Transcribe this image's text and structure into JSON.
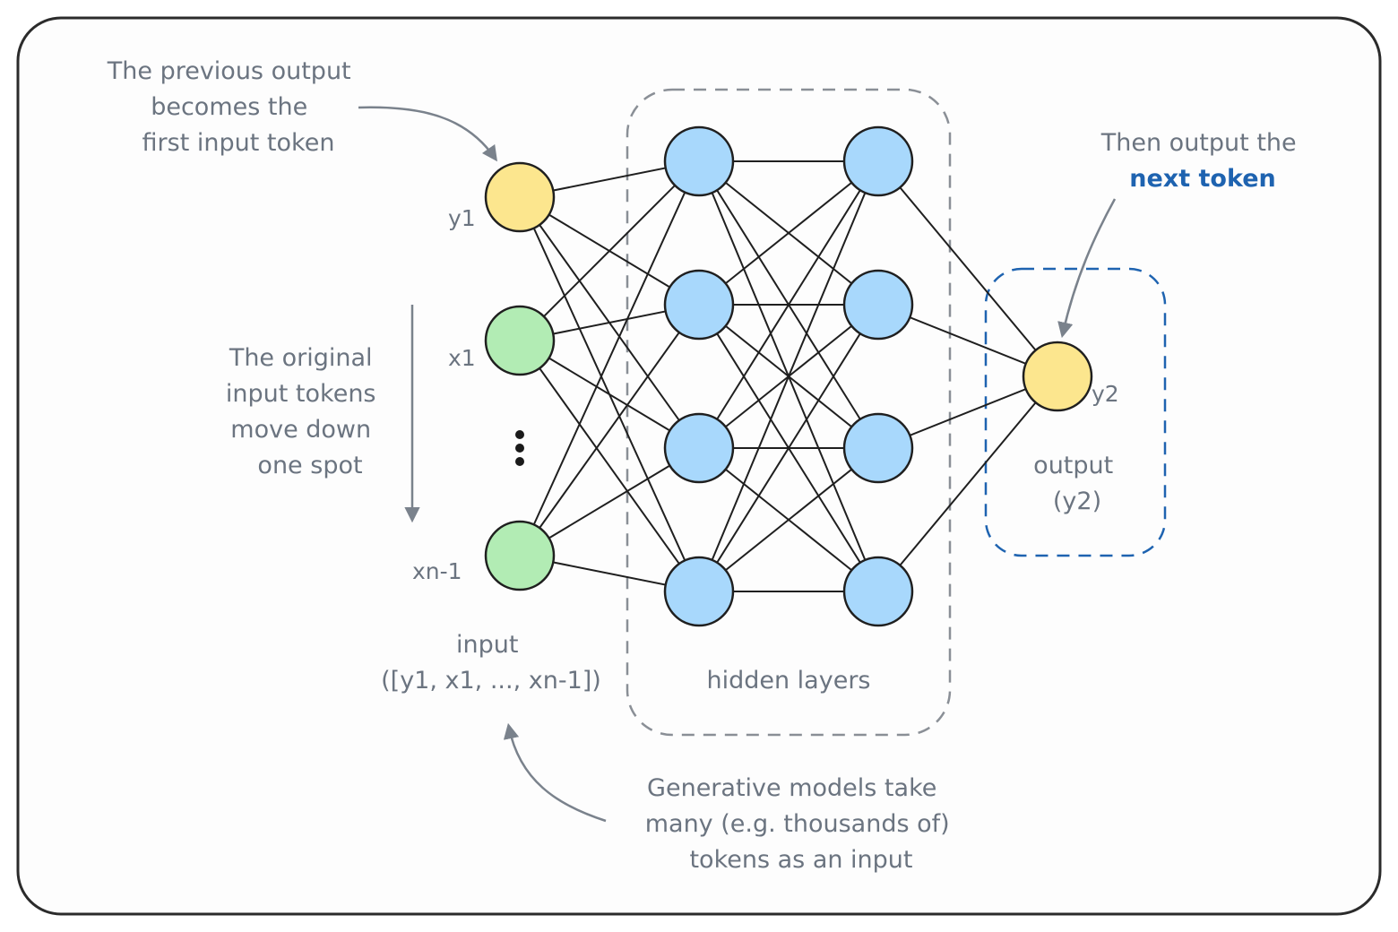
{
  "colors": {
    "input_previous_output": "#fce68e",
    "input_original": "#b2ecb4",
    "hidden": "#a8d8fc",
    "output": "#fce68e",
    "annotation": "#6b7480",
    "highlight": "#1e63b0",
    "node_stroke": "#1f1f1f"
  },
  "annotations": {
    "previous_output": [
      "The previous output",
      "becomes the",
      "first input token"
    ],
    "original_inputs": [
      "The original",
      "input tokens",
      "move down",
      "one spot"
    ],
    "next_token_prefix": "Then output the",
    "next_token_highlight": "next token",
    "generative": [
      "Generative models take",
      "many (e.g. thousands of)",
      "tokens as an input"
    ]
  },
  "node_labels": {
    "y1": "y1",
    "x1": "x1",
    "xn1": "xn-1",
    "y2": "y2"
  },
  "group_labels": {
    "input": [
      "input",
      "([y1, x1, ..., xn-1])"
    ],
    "hidden": "hidden layers",
    "output": [
      "output",
      "(y2)"
    ]
  }
}
